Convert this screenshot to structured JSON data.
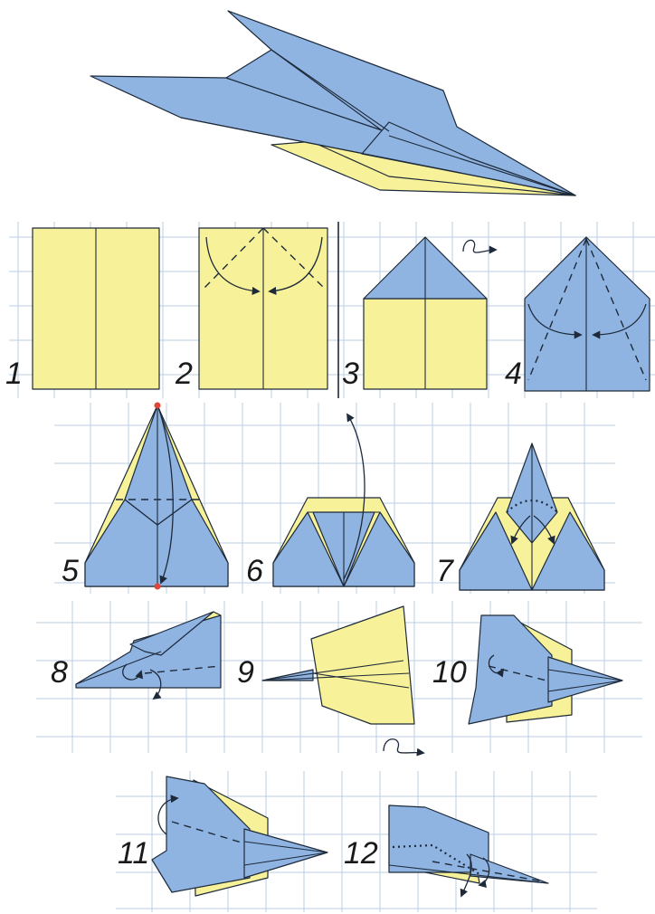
{
  "title_illustration": "finished-paper-airplane",
  "steps": [
    {
      "num": "1"
    },
    {
      "num": "2"
    },
    {
      "num": "3"
    },
    {
      "num": "4"
    },
    {
      "num": "5"
    },
    {
      "num": "6"
    },
    {
      "num": "7"
    },
    {
      "num": "8"
    },
    {
      "num": "9"
    },
    {
      "num": "10"
    },
    {
      "num": "11"
    },
    {
      "num": "12"
    }
  ],
  "colors": {
    "paper_front": "#f7f29a",
    "paper_back": "#8fb4e2",
    "grid": "#b9cfe6",
    "line": "#1e2a3a",
    "marker": "#e0453a"
  },
  "icons": [
    "turn-over-icon",
    "fold-arrow-icon",
    "valley-fold-line",
    "mountain-fold-line"
  ]
}
